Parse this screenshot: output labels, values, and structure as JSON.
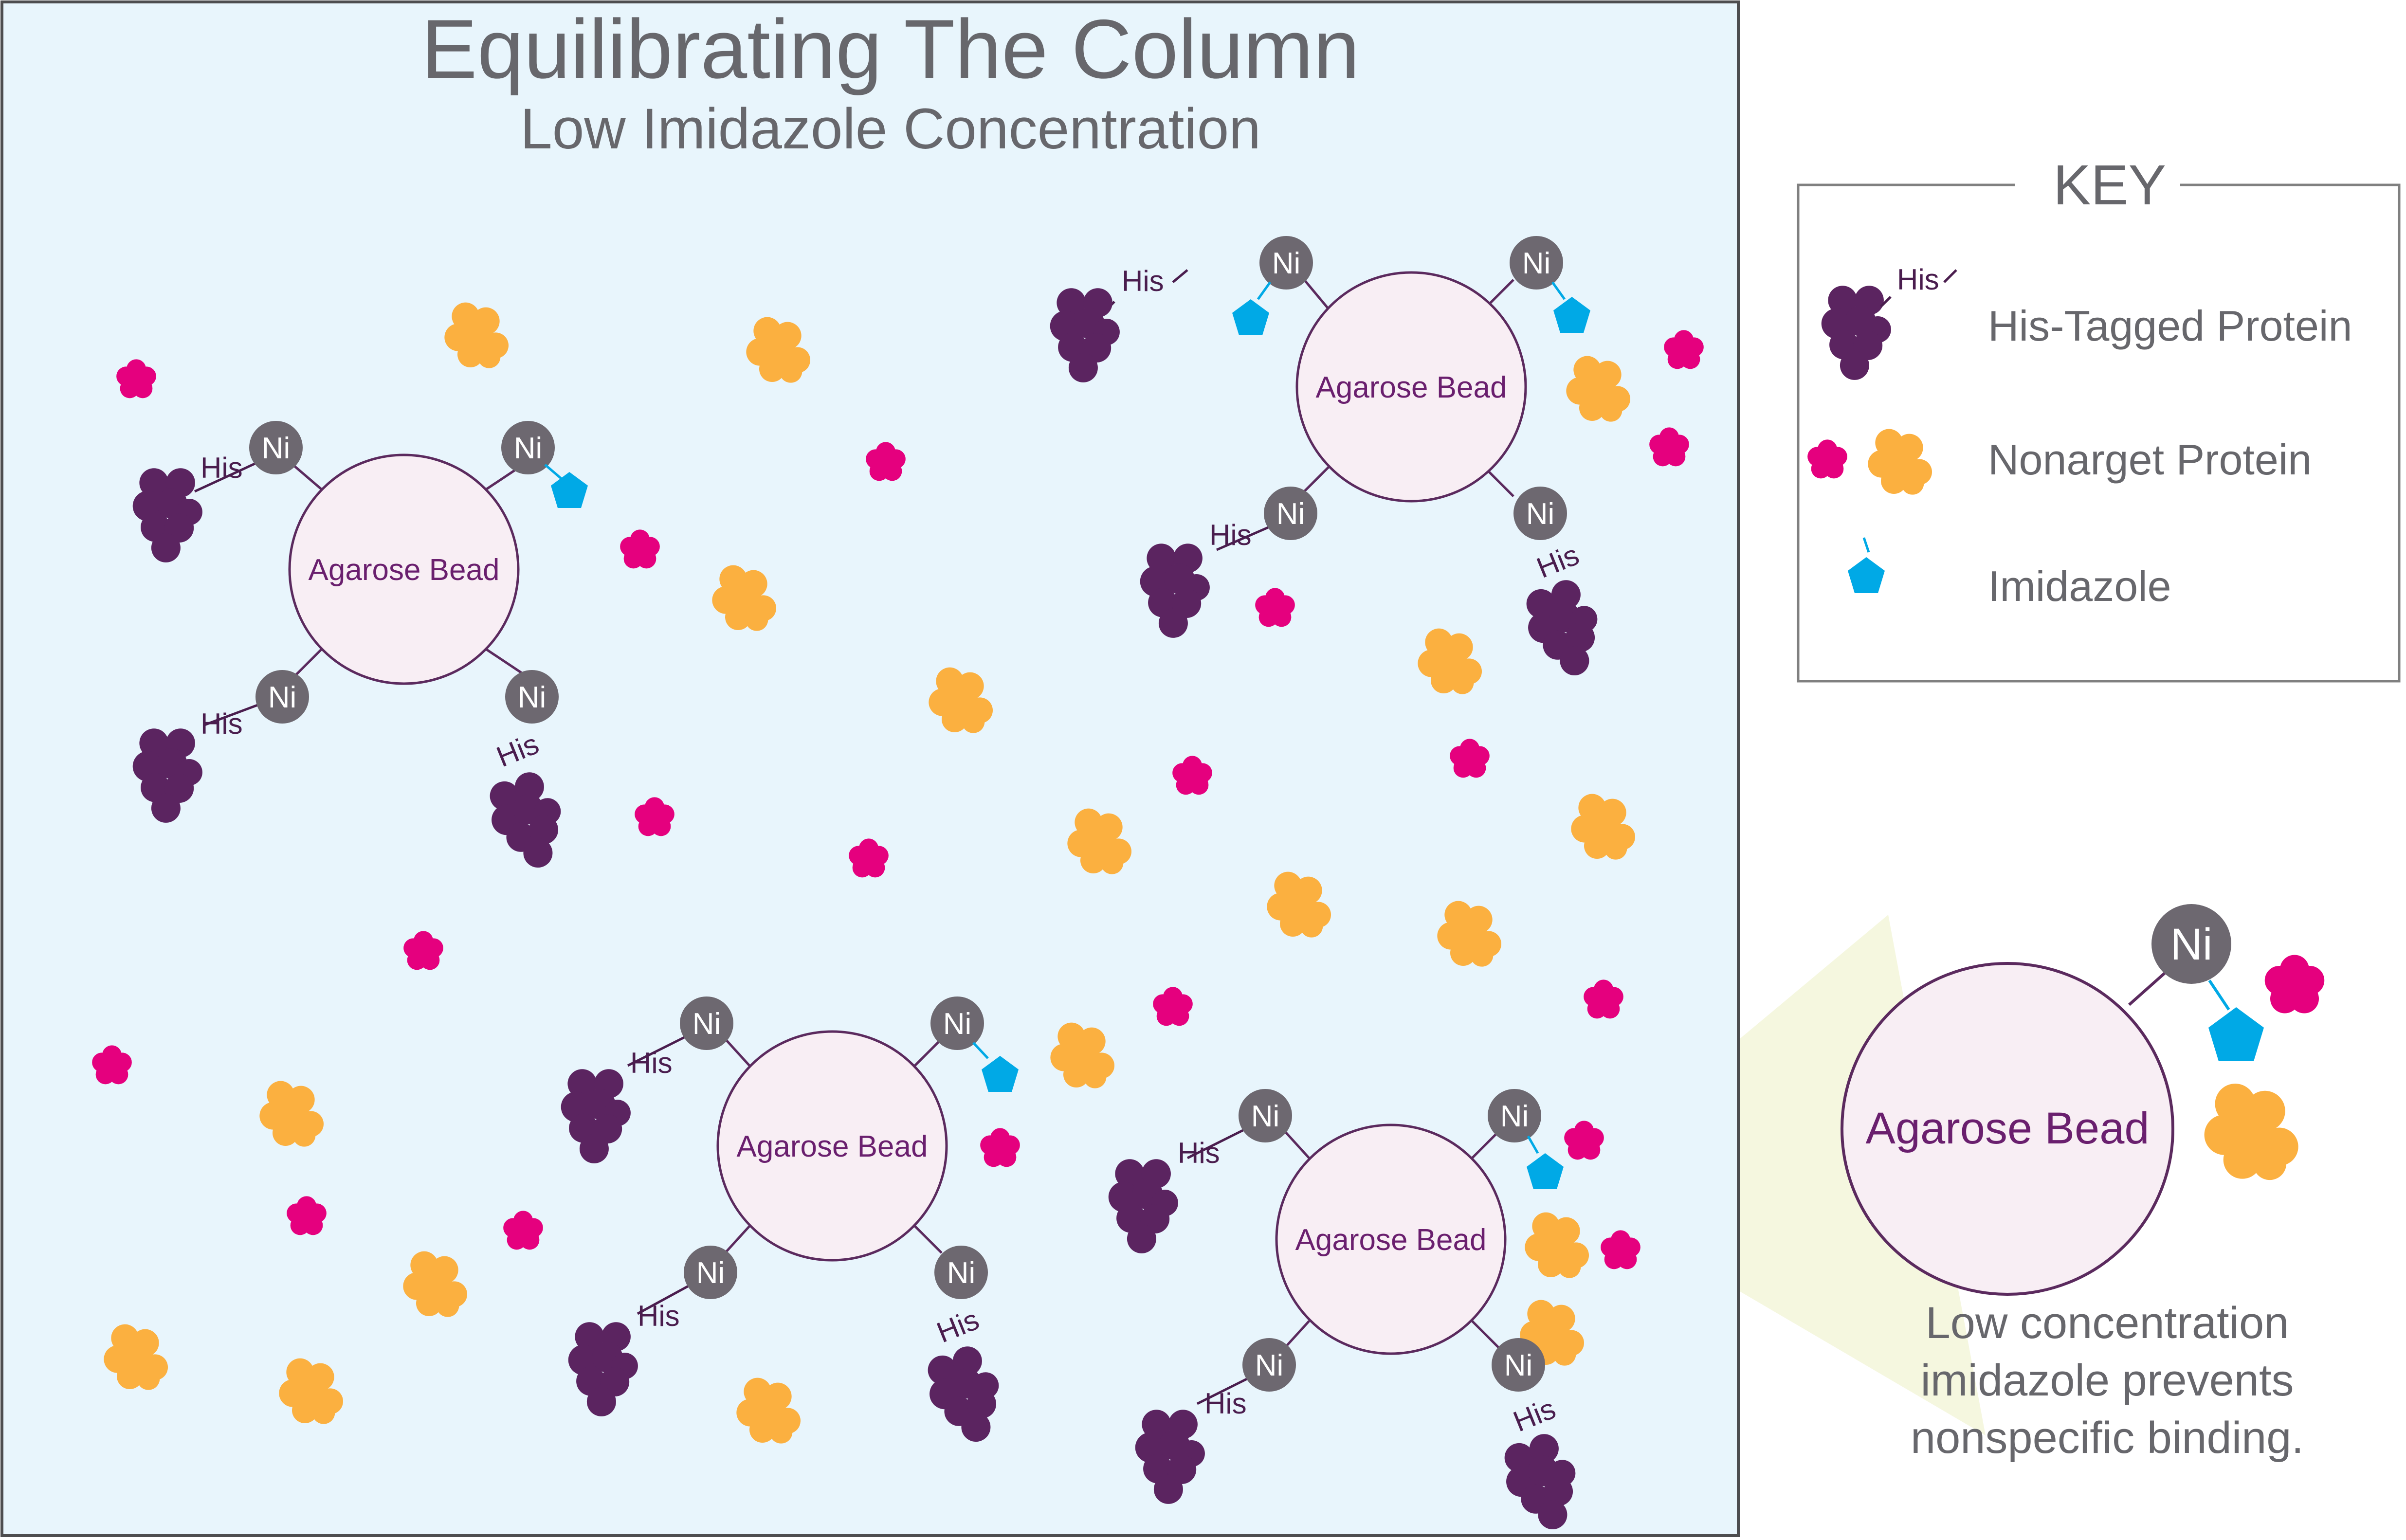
{
  "title": "Equilibrating The Column",
  "subtitle": "Low Imidazole Concentration",
  "labels": {
    "bead": "Agarose Bead",
    "nickel": "Ni",
    "his": "His"
  },
  "key": {
    "title": "KEY",
    "his_tagged": "His-Tagged Protein",
    "nontarget": "Nonarget Protein",
    "imidazole": "Imidazole"
  },
  "inset": {
    "bead": "Agarose Bead",
    "nickel": "Ni",
    "note_line1": "Low concentration",
    "note_line2": "imidazole prevents",
    "note_line3": "nonspecific binding."
  },
  "colors": {
    "column_bg": "#e8f5fc",
    "bead_fill": "#f8eef4",
    "bead_stroke": "#5b2a5e",
    "nickel": "#6d6870",
    "his_protein": "#5b2460",
    "magenta_protein": "#e5007e",
    "orange_protein": "#fbb040",
    "imidazole": "#00a9e6",
    "spotlight": "#f5f7df"
  }
}
